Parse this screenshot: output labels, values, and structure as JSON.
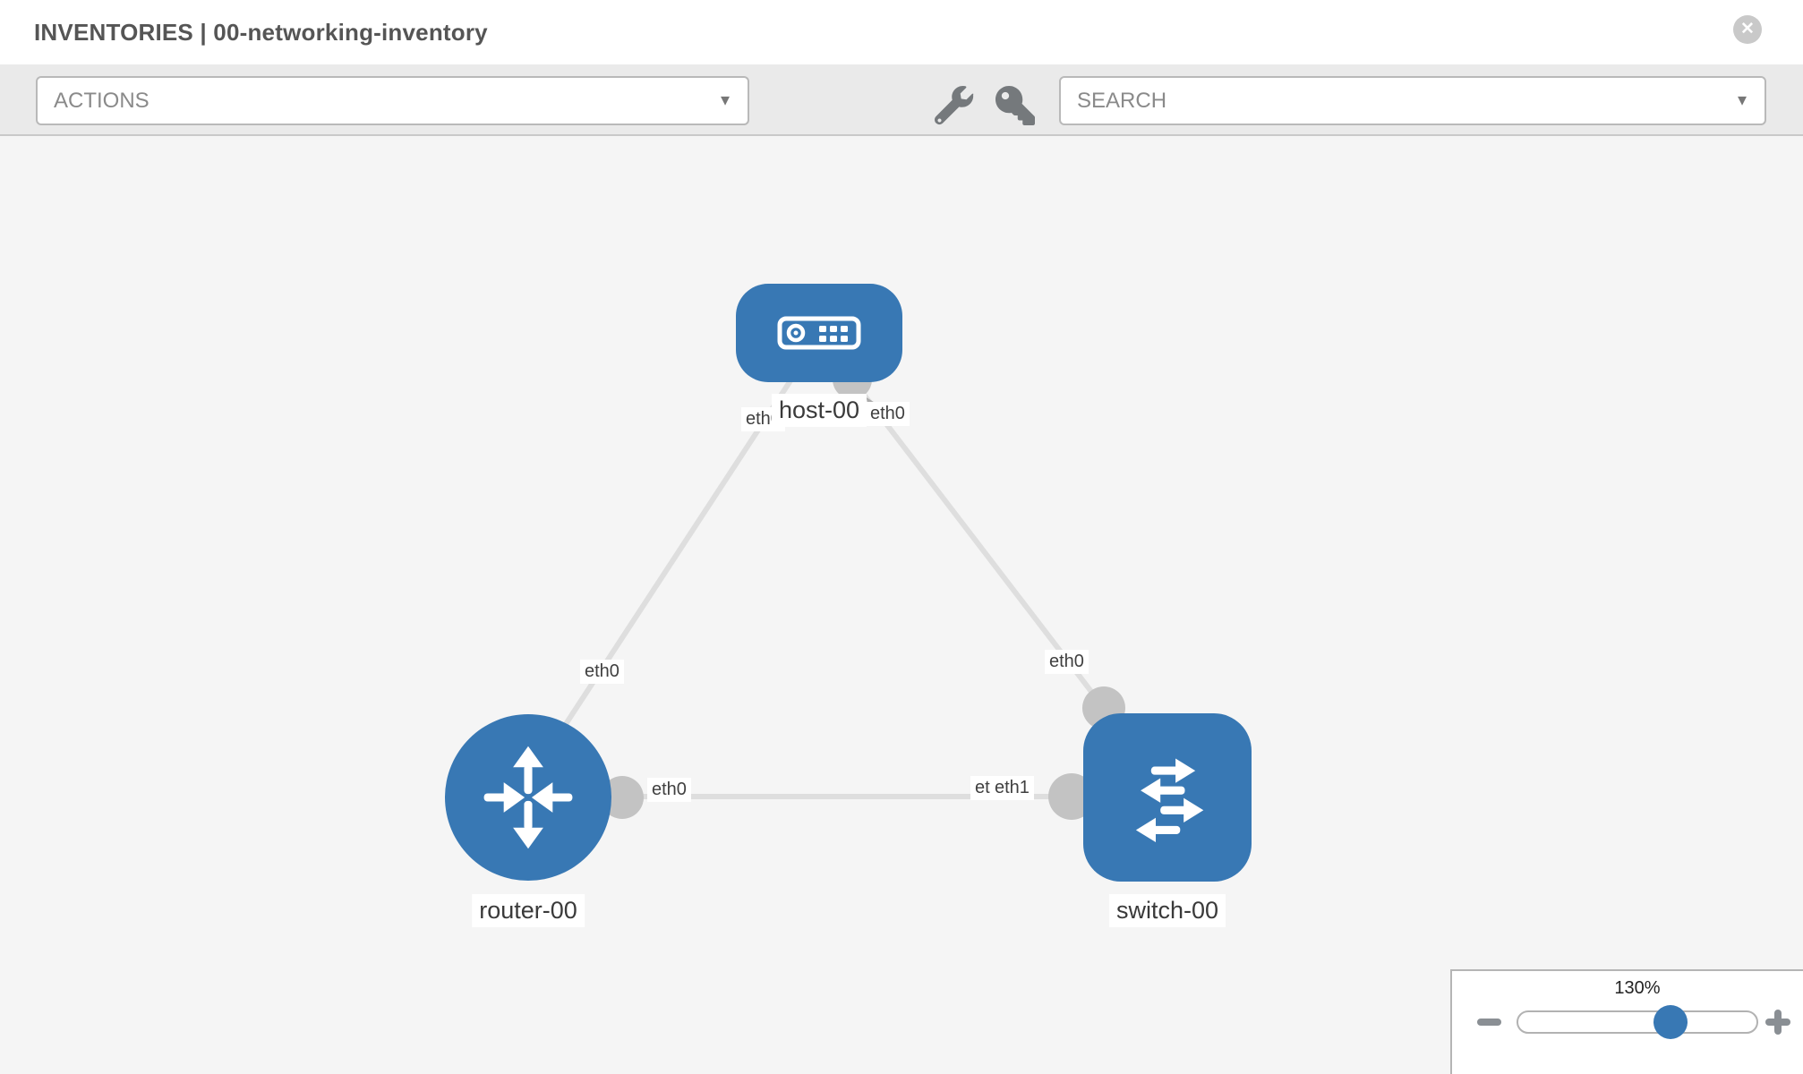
{
  "header": {
    "title": "INVENTORIES | 00-networking-inventory",
    "close_glyph": "✕"
  },
  "toolbar": {
    "actions_placeholder": "ACTIONS",
    "search_placeholder": "SEARCH",
    "caret_glyph": "▾",
    "icons": [
      "wrench-icon",
      "key-icon"
    ]
  },
  "topology": {
    "nodes": [
      {
        "label": "host-00",
        "type": "host",
        "icon": "host-icon"
      },
      {
        "label": "router-00",
        "type": "router",
        "icon": "router-icon"
      },
      {
        "label": "switch-00",
        "type": "switch",
        "icon": "switch-icon"
      }
    ],
    "links": [
      {
        "from": "host-00",
        "from_interface": "eth0",
        "to": "router-00",
        "to_interface": "eth0"
      },
      {
        "from": "host-00",
        "from_interface": "eth0",
        "to": "switch-00",
        "to_interface": "eth0"
      },
      {
        "from": "router-00",
        "from_interface": "eth0",
        "to": "switch-00",
        "to_interface": "eth1",
        "to_interface_occluded": "eth0"
      }
    ]
  },
  "zoom_control": {
    "level": "130%"
  },
  "colors": {
    "node_blue": "#3878b4",
    "link_gray": "#dedede",
    "endpoint_gray": "#c3c3c3",
    "arrow_gray": "#ababab",
    "toolbar_bg": "#eaeaea",
    "canvas_bg": "#f5f5f5",
    "header_text": "#555555"
  }
}
